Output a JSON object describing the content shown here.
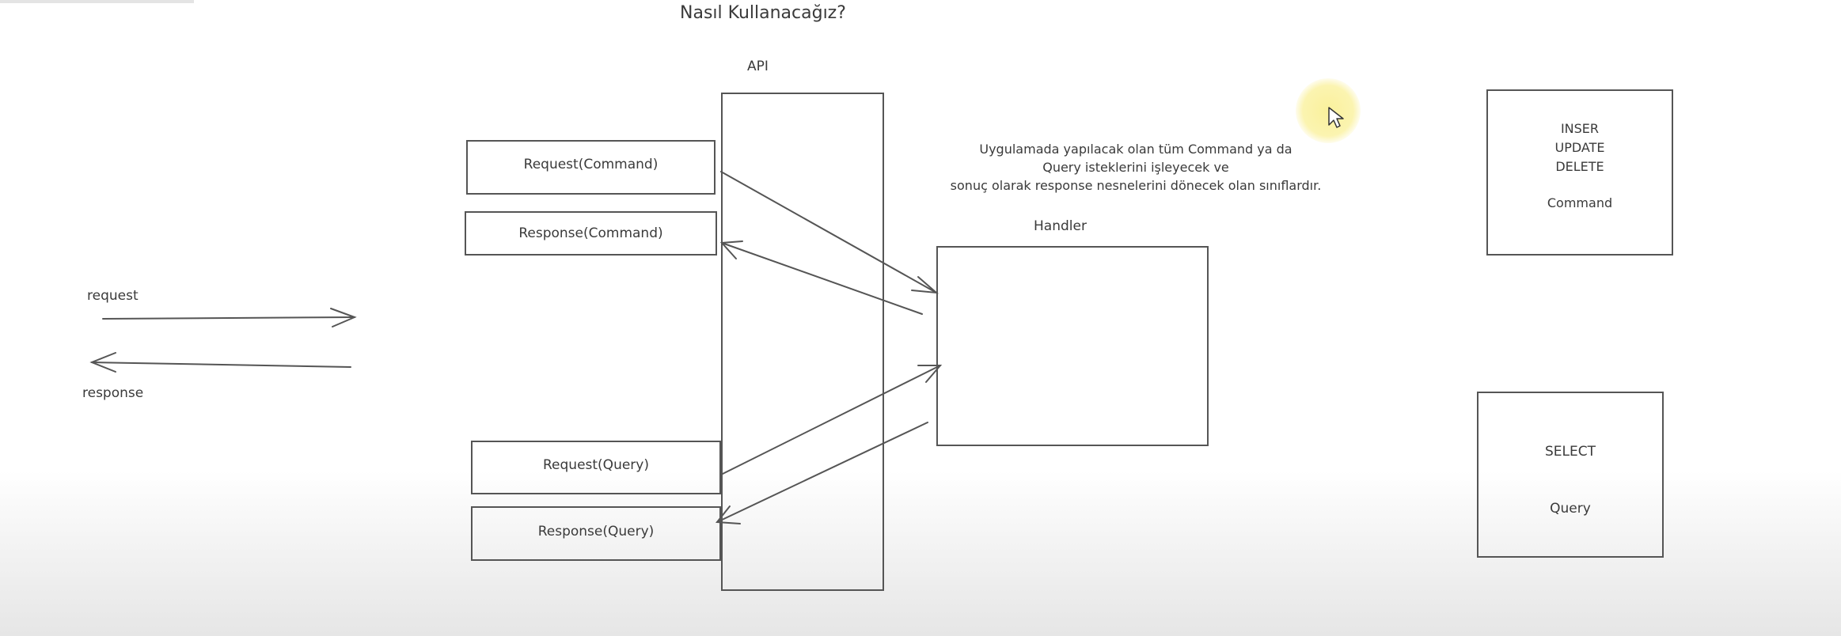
{
  "title": "Nasıl Kullanacağız?",
  "api_label": "API",
  "handler_label": "Handler",
  "left_arrows": {
    "request_label": "request",
    "response_label": "response"
  },
  "boxes": {
    "request_command": "Request(Command)",
    "response_command": "Response(Command)",
    "request_query": "Request(Query)",
    "response_query": "Response(Query)"
  },
  "handler_note": {
    "line1": "Uygulamada yapılacak olan tüm Command ya da",
    "line2": "Query isteklerini işleyecek ve",
    "line3": "sonuç olarak response nesnelerini dönecek olan sınıflardır."
  },
  "command_box": {
    "line1": "INSER",
    "line2": "UPDATE",
    "line3": "DELETE",
    "line4": "Command"
  },
  "query_box": {
    "line1": "SELECT",
    "line2": "Query"
  },
  "colors": {
    "stroke": "#555555",
    "text": "#3a3a3a",
    "cursor_highlight": "#faf096"
  },
  "icons": [
    "mouse-pointer-icon"
  ]
}
